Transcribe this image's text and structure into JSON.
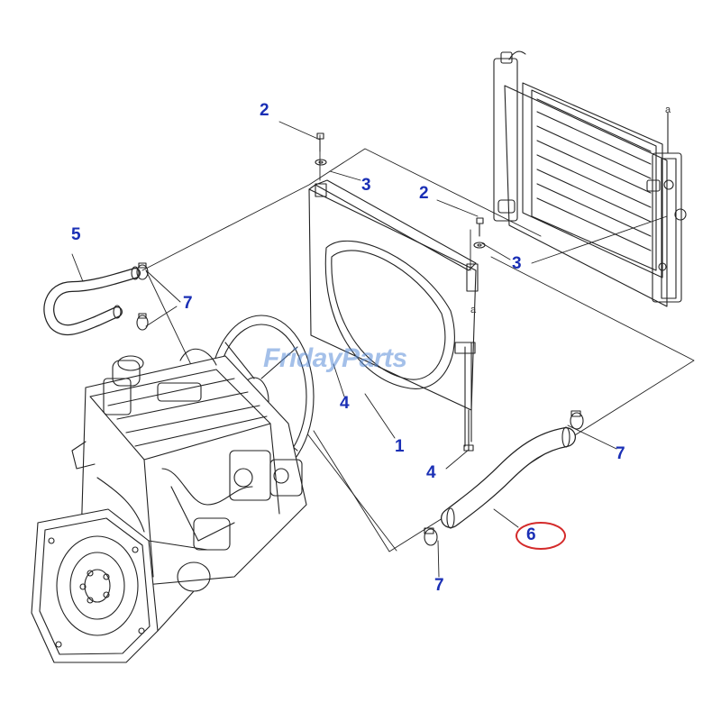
{
  "diagram": {
    "watermark": "FridayParts",
    "highlighted_part": "6",
    "reference_mark": "a",
    "callouts": [
      {
        "id": "callout-2-top",
        "label": "2"
      },
      {
        "id": "callout-3-top",
        "label": "3"
      },
      {
        "id": "callout-2-right",
        "label": "2"
      },
      {
        "id": "callout-3-right",
        "label": "3"
      },
      {
        "id": "callout-5",
        "label": "5"
      },
      {
        "id": "callout-7-upper",
        "label": "7"
      },
      {
        "id": "callout-4-left",
        "label": "4"
      },
      {
        "id": "callout-1",
        "label": "1"
      },
      {
        "id": "callout-4-lower",
        "label": "4"
      },
      {
        "id": "callout-7-right",
        "label": "7"
      },
      {
        "id": "callout-6",
        "label": "6"
      },
      {
        "id": "callout-7-bottom",
        "label": "7"
      }
    ]
  }
}
